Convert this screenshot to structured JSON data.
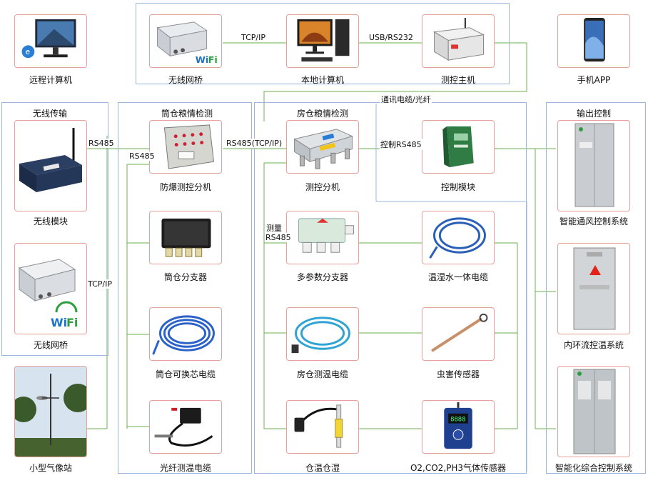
{
  "groups": {
    "wireless_transmission": "无线传输",
    "silo_detection": "筒仓粮情检测",
    "warehouse_detection": "房仓粮情检测",
    "output_control": "输出控制"
  },
  "nodes": {
    "remote_computer": "远程计算机",
    "wireless_bridge_top": "无线网桥",
    "local_computer": "本地计算机",
    "control_host": "测控主机",
    "mobile_app": "手机APP",
    "wireless_module": "无线模块",
    "wireless_bridge_left": "无线网桥",
    "weather_station": "小型气像站",
    "explosion_proof_sub": "防爆测控分机",
    "silo_branch": "筒仓分支器",
    "silo_cable": "筒仓可换芯电缆",
    "fiber_cable": "光纤测温电缆",
    "sub_controller": "测控分机",
    "multi_branch": "多参数分支器",
    "warehouse_cable": "房仓测温电缆",
    "temp_humidity": "仓温仓湿",
    "control_module": "控制模块",
    "thw_cable": "温湿水一体电缆",
    "pest_sensor": "虫害传感器",
    "gas_sensor": "O2,CO2,PH3气体传感器",
    "ventilation": "智能通风控制系统",
    "circulation": "内环流控温系统",
    "integrated": "智能化综合控制系统"
  },
  "connections": {
    "tcpip_top": "TCP/IP",
    "usb_rs232": "USB/RS232",
    "comm_cable": "通讯电缆/光纤",
    "rs485_left": "RS485",
    "rs485_silo": "RS485",
    "rs485_tcpip": "RS485(TCP/IP)",
    "control_rs485": "控制RS485",
    "measure": "测量",
    "measure_rs485": "RS485",
    "tcpip_left": "TCP/IP"
  },
  "icons": {
    "wifi_badge": "WiFi"
  },
  "colors": {
    "wire": "#6ab04c",
    "group_border": "#9db7dc",
    "node_border": "#e8a09a"
  }
}
